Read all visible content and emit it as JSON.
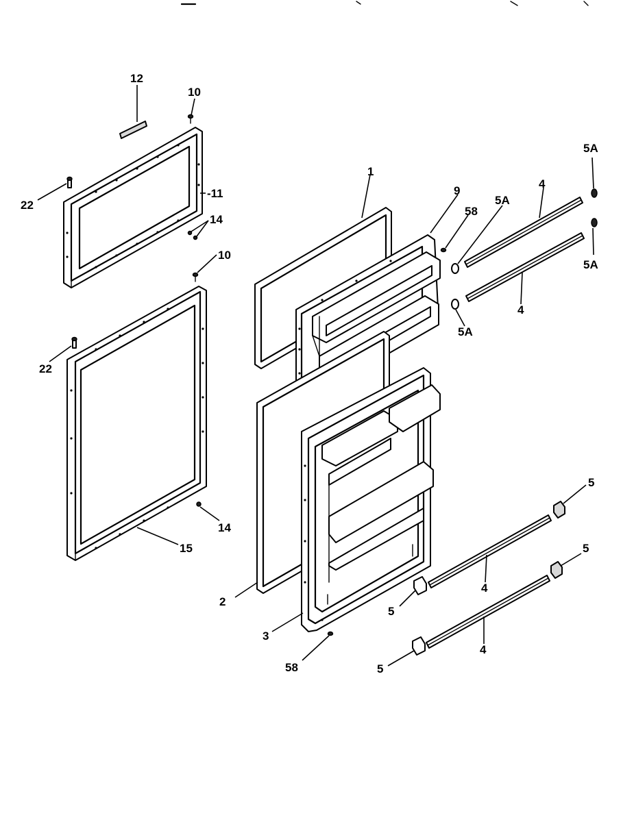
{
  "callouts": {
    "c1": "1",
    "c2": "2",
    "c3": "3",
    "c4a": "4",
    "c4b": "4",
    "c4c": "4",
    "c4d": "4",
    "c5a": "5",
    "c5b": "5",
    "c5c": "5",
    "c5d": "5",
    "c5A_a": "5A",
    "c5A_b": "5A",
    "c5A_c": "5A",
    "c5A_d": "5A",
    "c9": "9",
    "c10a": "10",
    "c10b": "10",
    "c11": "-11",
    "c12": "12",
    "c14a": "14",
    "c14b": "14",
    "c15": "15",
    "c22a": "22",
    "c22b": "22",
    "c58a": "58",
    "c58b": "58"
  }
}
